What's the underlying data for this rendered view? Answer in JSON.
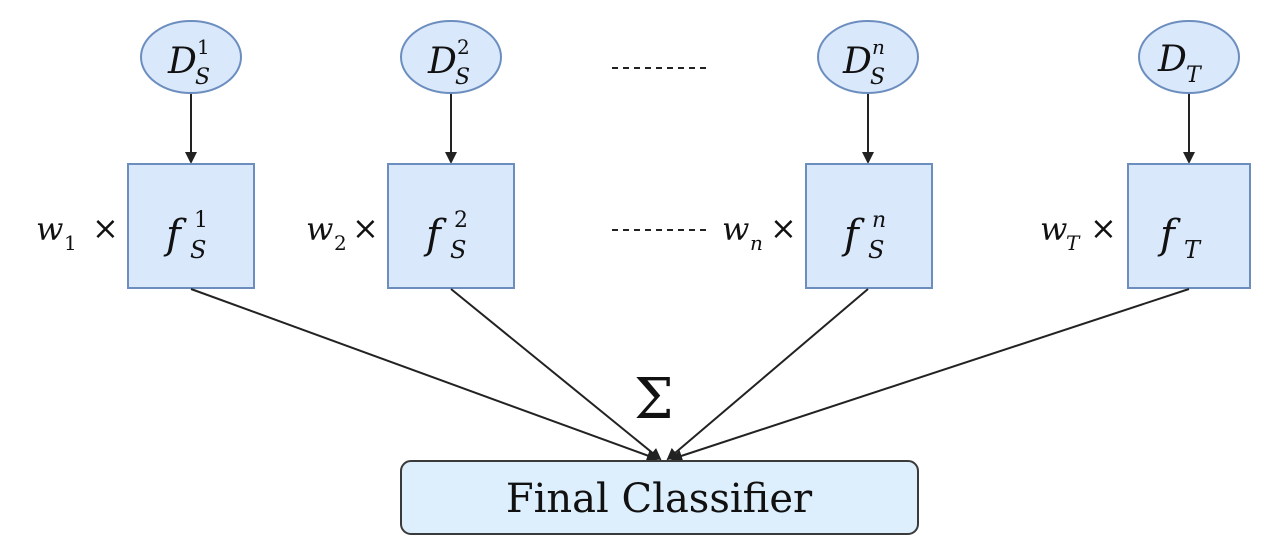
{
  "sources": [
    {
      "domain": {
        "base": "D",
        "sup": "1",
        "sub": "S"
      },
      "classifier": {
        "base": "f",
        "sup": "1",
        "sub": "S"
      },
      "weight": {
        "base": "w",
        "sub": "1",
        "op": "×"
      }
    },
    {
      "domain": {
        "base": "D",
        "sup": "2",
        "sub": "S"
      },
      "classifier": {
        "base": "f",
        "sup": "2",
        "sub": "S"
      },
      "weight": {
        "base": "w",
        "sub": "2",
        "op": "×"
      }
    },
    {
      "domain": {
        "base": "D",
        "sup": "n",
        "sub": "S"
      },
      "classifier": {
        "base": "f",
        "sup": "n",
        "sub": "S"
      },
      "weight": {
        "base": "w",
        "sub": "n",
        "op": "×"
      }
    }
  ],
  "target": {
    "domain": {
      "base": "D",
      "sub": "T"
    },
    "classifier": {
      "base": "f",
      "sub": "T"
    },
    "weight": {
      "base": "w",
      "sub": "T",
      "op": "×"
    }
  },
  "sum_symbol": "Σ",
  "final": {
    "label": "Final Classifier"
  },
  "colors": {
    "node_fill": "#dae8fc",
    "node_stroke": "#6c8ebf",
    "final_fill": "#ddeefc",
    "line": "#222222"
  }
}
